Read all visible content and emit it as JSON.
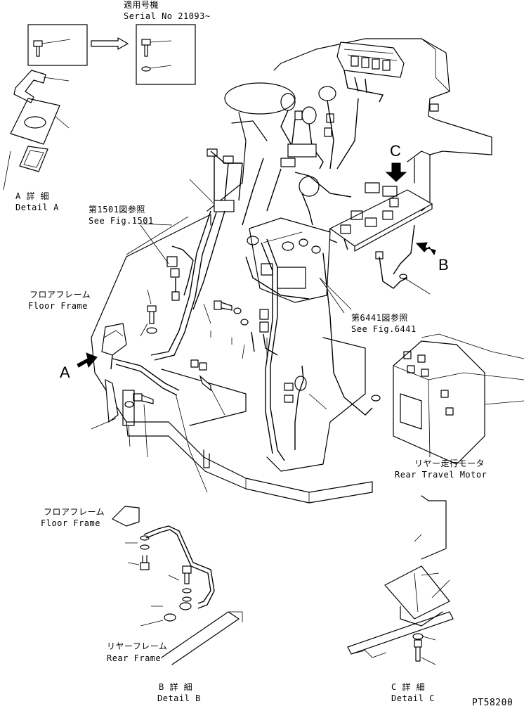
{
  "labels": {
    "serial_jp": "適用号機",
    "serial_en": "Serial No 21093~",
    "detail_a_jp": "A 詳 細",
    "detail_a_en": "Detail A",
    "fig1501_jp": "第1501図参照",
    "fig1501_en": "See Fig.1501",
    "floor_frame_jp": "フロアフレーム",
    "floor_frame_en": "Floor Frame",
    "fig6441_jp": "第6441図参照",
    "fig6441_en": "See Fig.6441",
    "rear_travel_motor_jp": "リヤー走行モータ",
    "rear_travel_motor_en": "Rear Travel Motor",
    "floor_frame2_jp": "フロアフレーム",
    "floor_frame2_en": "Floor Frame",
    "rear_frame_jp": "リヤーフレーム",
    "rear_frame_en": "Rear Frame",
    "detail_b_jp": "B 詳 細",
    "detail_b_en": "Detail B",
    "detail_c_jp": "C 詳 細",
    "detail_c_en": "Detail C",
    "drawing_no": "PT58200"
  },
  "markers": {
    "a": "A",
    "b": "B",
    "c": "C"
  }
}
